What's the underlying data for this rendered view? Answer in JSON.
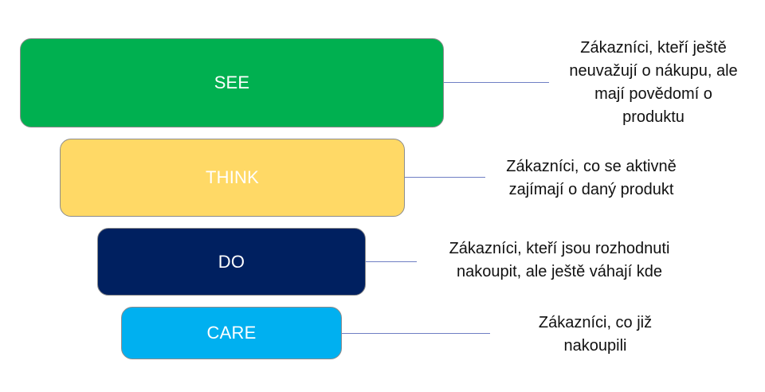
{
  "stages": [
    {
      "label": "SEE",
      "color": "#00b050",
      "text_color": "#ffffff",
      "description": "Zákazníci, kteří ještě\nneuvažují o nákupu, ale\nmají povědomí o\nproduktu"
    },
    {
      "label": "THINK",
      "color": "#ffd966",
      "text_color": "#ffffff",
      "description": "Zákazníci, co se aktivně\nzajímají o daný produkt"
    },
    {
      "label": "DO",
      "color": "#002060",
      "text_color": "#ffffff",
      "description": "Zákazníci, kteří jsou rozhodnuti\nnakoupit, ale ještě váhají kde"
    },
    {
      "label": "CARE",
      "color": "#00b0f0",
      "text_color": "#ffffff",
      "description": "Zákazníci, co již\nnakoupili"
    }
  ],
  "connector_color": "#6f7fc4"
}
